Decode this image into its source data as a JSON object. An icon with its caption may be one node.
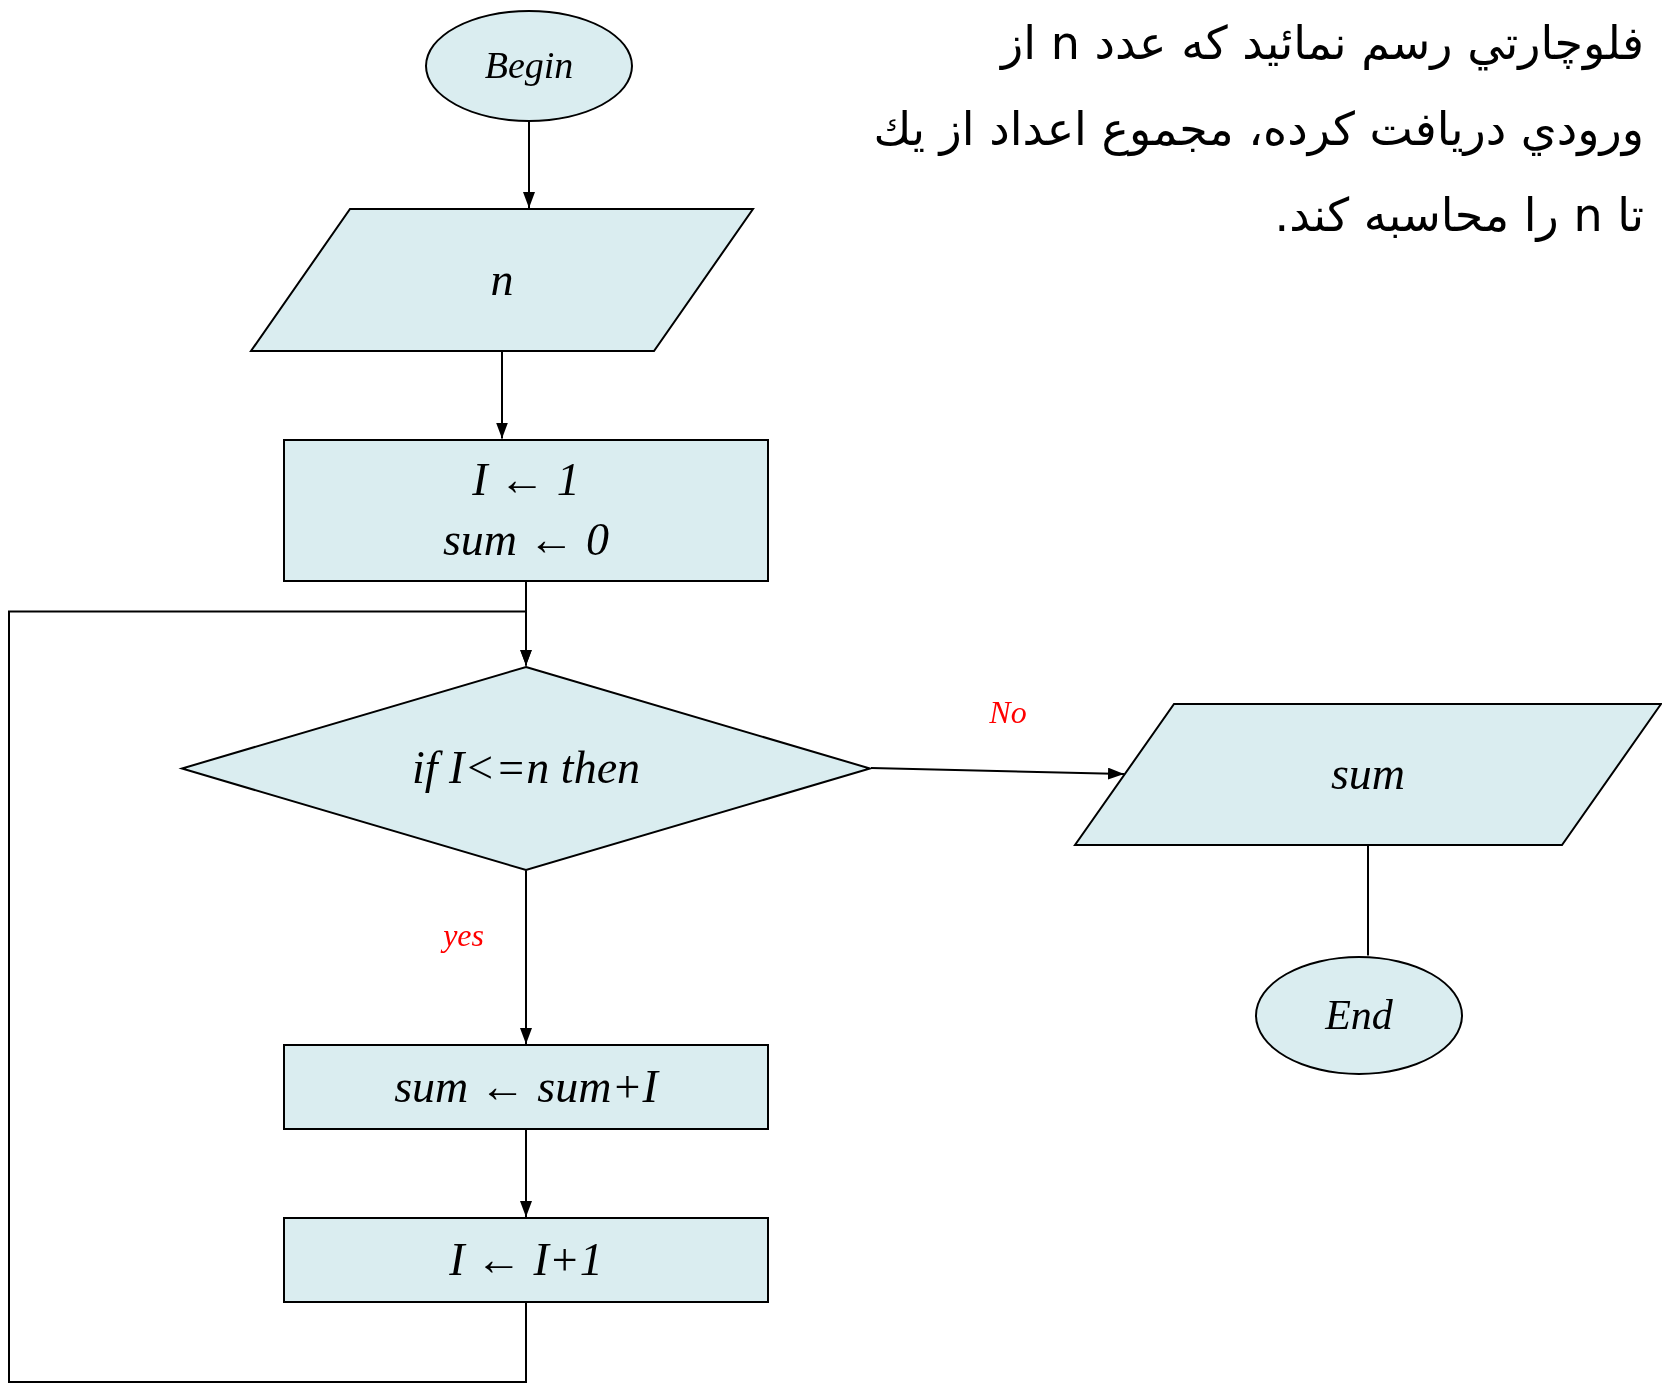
{
  "diagram": {
    "nodes": [
      {
        "text": [
          "Begin"
        ]
      },
      {
        "text": [
          "n"
        ]
      },
      {
        "text": [
          "I ← 1",
          "sum ← 0"
        ]
      },
      {
        "text": [
          "if I<=n then"
        ]
      },
      {
        "text": [
          "sum"
        ]
      },
      {
        "text": [
          "End"
        ]
      },
      {
        "text": [
          "sum ← sum+I"
        ]
      },
      {
        "text": [
          "I ← I+1"
        ]
      }
    ],
    "edges": [
      {
        "from": 0,
        "to": 1,
        "arrow": "to"
      },
      {
        "from": 1,
        "to": 2,
        "arrow": "to"
      },
      {
        "from": 2,
        "to": 3,
        "arrow": "to"
      },
      {
        "from": 3,
        "to": 4,
        "arrow": "to",
        "label": "No"
      },
      {
        "from": 4,
        "to": 5,
        "arrow": "none"
      },
      {
        "from": 3,
        "to": 6,
        "arrow": "to",
        "label": "yes"
      },
      {
        "from": 6,
        "to": 7,
        "arrow": "to"
      },
      {
        "from": 7,
        "to": 3,
        "arrow": "to"
      }
    ],
    "labels": [
      "فلوچارتي رسم نمائيد كه عدد n از ورودي دريافت كرده، مجموع اعداد از يك تا n را محاسبه كند."
    ]
  }
}
